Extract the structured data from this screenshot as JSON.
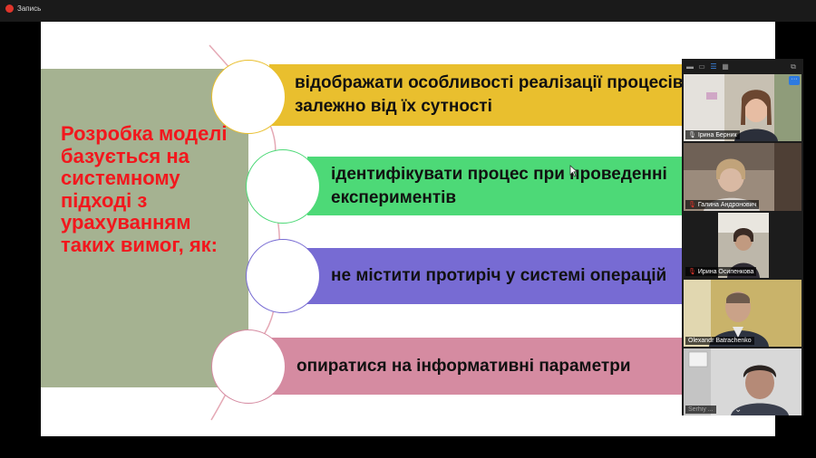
{
  "recording": {
    "label": "Запись"
  },
  "slide": {
    "left_text": "Розробка моделі базується на системному підході з урахуванням таких вимог, як:",
    "items": [
      {
        "text": "відображати особливості реалізації процесів залежно від їх сутності",
        "color": "#e9bf2e"
      },
      {
        "text": "ідентифікувати процес при проведенні експериментів",
        "color": "#4dd977"
      },
      {
        "text": "не містити протиріч у системі операцій",
        "color": "#776bd3"
      },
      {
        "text": "опиратися на інформативні параметри",
        "color": "#d58ba1"
      }
    ],
    "left_panel_color": "#a5b291",
    "title_color": "#f2171d"
  },
  "participants": [
    {
      "name": "Ірина Берник",
      "muted": false
    },
    {
      "name": "Галина Андронович",
      "muted": true
    },
    {
      "name": "Ирина Осипенкова",
      "muted": true
    },
    {
      "name": "Olexandr Batrachenko",
      "muted": false
    },
    {
      "name": "Serhiy ...",
      "muted": false
    }
  ]
}
